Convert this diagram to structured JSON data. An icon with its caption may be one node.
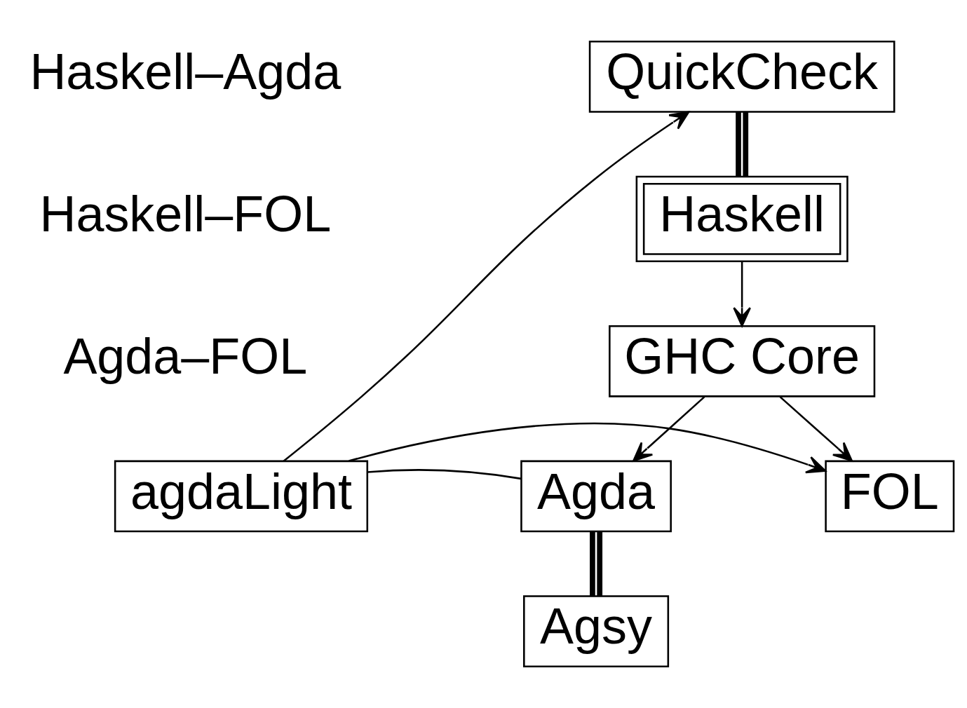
{
  "diagram": {
    "nodes": [
      {
        "text": [
          "QuickCheck"
        ]
      },
      {
        "text": [
          "Haskell"
        ]
      },
      {
        "text": [
          "GHC Core"
        ]
      },
      {
        "text": [
          "agdaLight"
        ]
      },
      {
        "text": [
          "Agda"
        ]
      },
      {
        "text": [
          "FOL"
        ]
      },
      {
        "text": [
          "Agsy"
        ]
      }
    ],
    "edges": [
      {
        "from": 0,
        "to": 1,
        "arrow": "none",
        "style": "thick"
      },
      {
        "from": 1,
        "to": 2,
        "arrow": "to"
      },
      {
        "from": 2,
        "to": 4,
        "arrow": "to"
      },
      {
        "from": 2,
        "to": 5,
        "arrow": "to"
      },
      {
        "from": 3,
        "to": 4,
        "arrow": "none"
      },
      {
        "from": 4,
        "to": 6,
        "arrow": "none",
        "style": "thick"
      },
      {
        "from": 3,
        "to": 0,
        "arrow": "to"
      },
      {
        "from": 3,
        "to": 5,
        "arrow": "to"
      }
    ],
    "labels": [
      "Haskell–Agda",
      "Haskell–FOL",
      "Agda–FOL"
    ]
  }
}
